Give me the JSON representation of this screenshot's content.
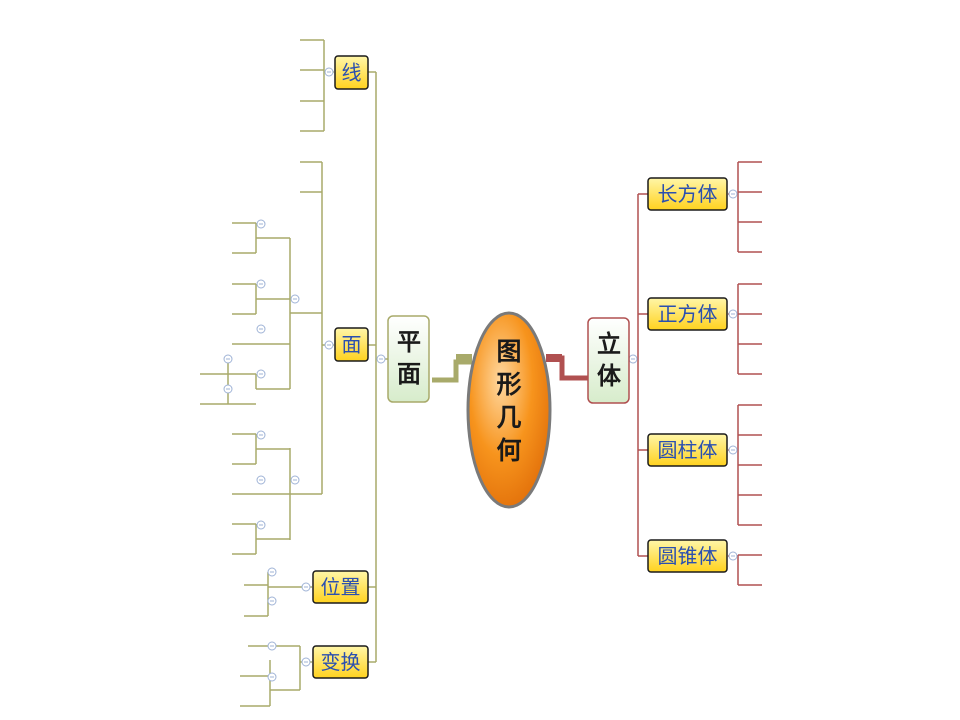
{
  "root": {
    "label": "图形几何",
    "fill": "#f7941d"
  },
  "branches": {
    "plane": {
      "label": "平面",
      "color": "#a8aa6a",
      "topics": [
        {
          "id": "line",
          "label": "线"
        },
        {
          "id": "face",
          "label": "面"
        },
        {
          "id": "position",
          "label": "位置"
        },
        {
          "id": "transform",
          "label": "变换"
        }
      ]
    },
    "solid": {
      "label": "立体",
      "color": "#b05050",
      "topics": [
        {
          "id": "cuboid",
          "label": "长方体"
        },
        {
          "id": "cube",
          "label": "正方体"
        },
        {
          "id": "cylinder",
          "label": "圆柱体"
        },
        {
          "id": "cone",
          "label": "圆锥体"
        }
      ]
    }
  },
  "colors": {
    "topic_fill": "#ffe34d",
    "topic_border": "#1a1a1a",
    "topic_text": "#2a4fb0",
    "branch_fill": "#e6f4dc",
    "collapse_icon": "#9fb3d6"
  }
}
